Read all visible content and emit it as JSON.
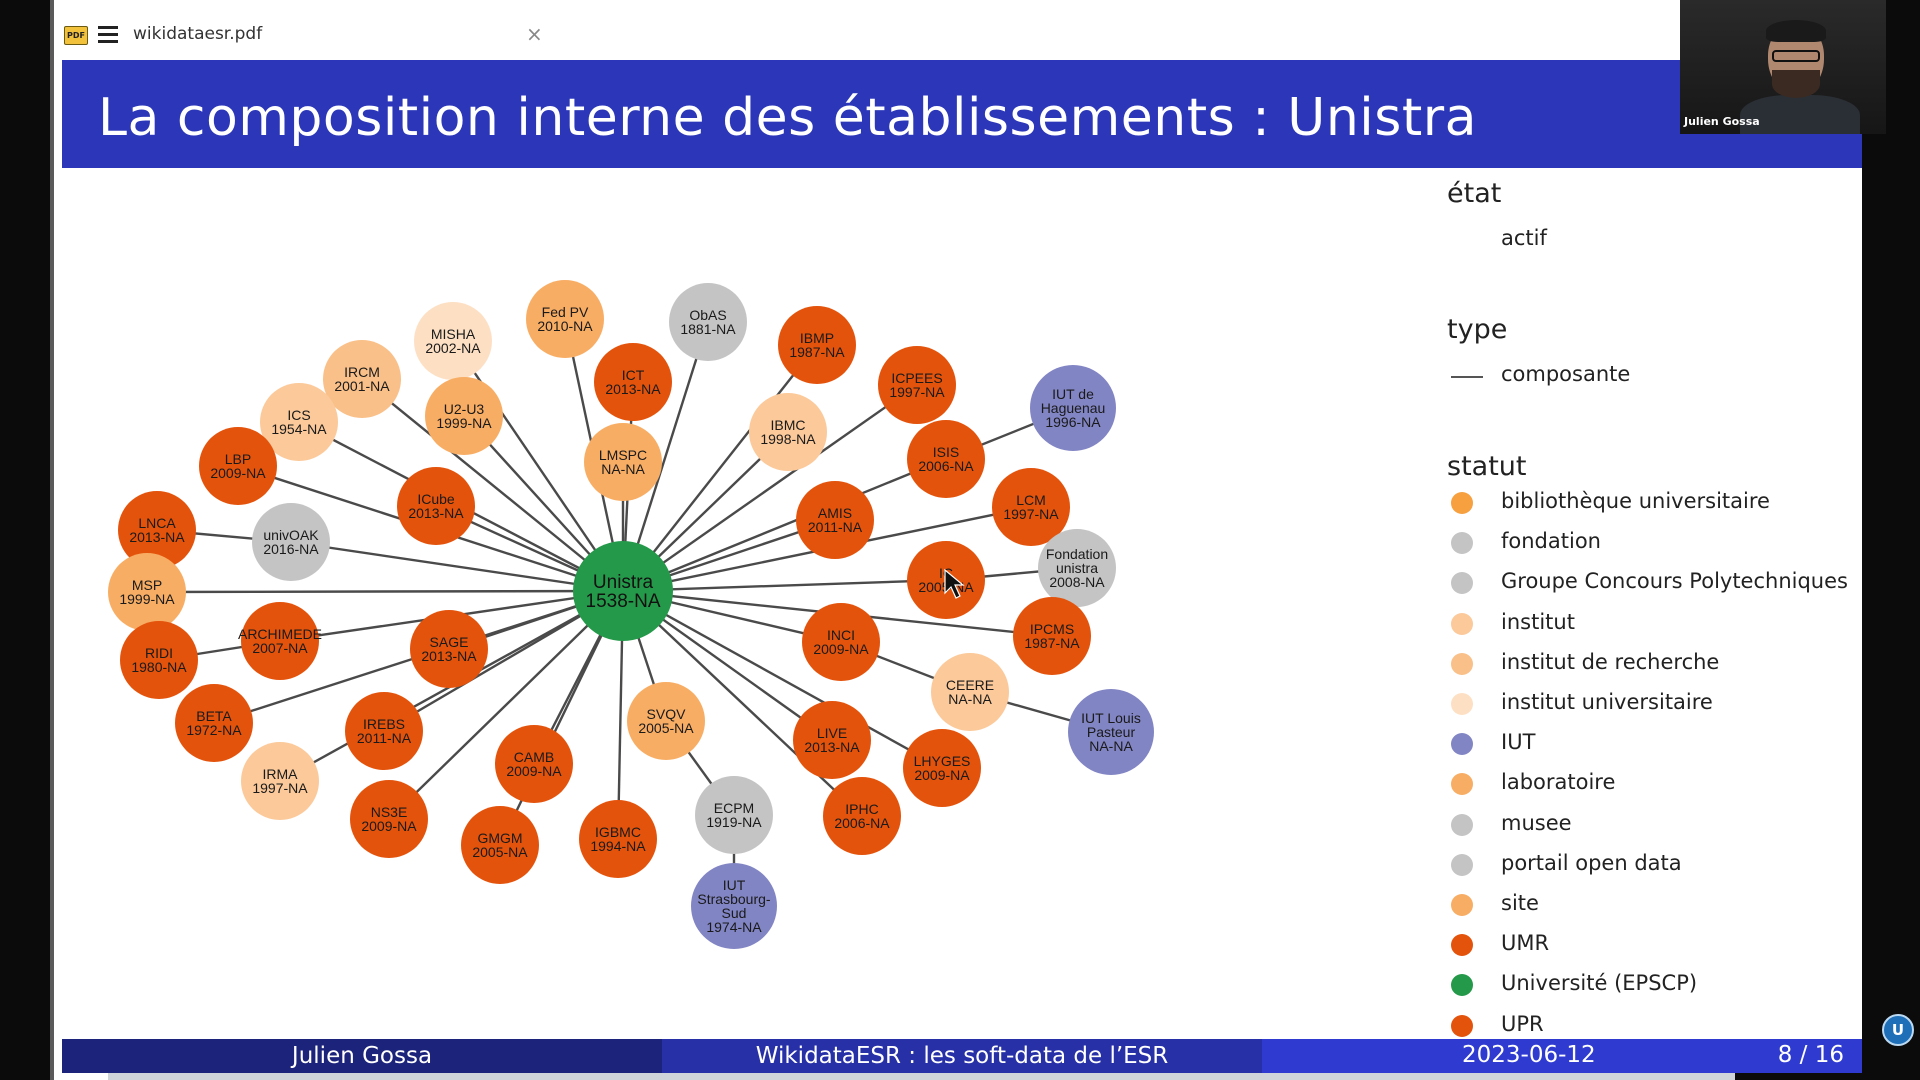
{
  "tab": {
    "filename": "wikidataesr.pdf",
    "close": "×",
    "pdf_badge": "PDF"
  },
  "slide": {
    "title": "La composition interne des établissements : Unistra",
    "footer": {
      "author": "Julien Gossa",
      "talk": "WikidataESR : les soft-data de l’ESR",
      "date": "2023-06-12",
      "page": "8 / 16"
    }
  },
  "webcam": {
    "name": "Julien Gossa"
  },
  "side_button": "U",
  "colors": {
    "UMR": "#e4530c",
    "Université (EPSCP)": "#25994a",
    "IUT": "#8285c4",
    "laboratoire": "#f8ad64",
    "institut": "#fbc99a",
    "institut universitaire": "#fde0c4",
    "institut de recherche": "#f9c089",
    "fondation": "#c4c4c4",
    "musee": "#c4c4c4",
    "bibliothèque universitaire": "#f7a040",
    "site": "#f8ad64",
    "UPR": "#e4530c",
    "Groupe Concours Polytechniques": "#c4c4c4",
    "portail open data": "#c4c4c4"
  },
  "legend": {
    "etat_title": "état",
    "etat_items": [
      "actif"
    ],
    "type_title": "type",
    "type_items": [
      "composante"
    ],
    "statut_title": "statut",
    "statut_items": [
      {
        "label": "bibliothèque universitaire",
        "color": "#f7a040"
      },
      {
        "label": "fondation",
        "color": "#c4c4c4"
      },
      {
        "label": "Groupe Concours Polytechniques",
        "color": "#c4c4c4"
      },
      {
        "label": "institut",
        "color": "#fbc99a"
      },
      {
        "label": "institut de recherche",
        "color": "#f9c089"
      },
      {
        "label": "institut universitaire",
        "color": "#fde0c4"
      },
      {
        "label": "IUT",
        "color": "#8285c4"
      },
      {
        "label": "laboratoire",
        "color": "#f8ad64"
      },
      {
        "label": "musee",
        "color": "#c4c4c4"
      },
      {
        "label": "portail open data",
        "color": "#c4c4c4"
      },
      {
        "label": "site",
        "color": "#f8ad64"
      },
      {
        "label": "UMR",
        "color": "#e4530c"
      },
      {
        "label": "Université (EPSCP)",
        "color": "#25994a"
      },
      {
        "label": "UPR",
        "color": "#e4530c"
      }
    ]
  },
  "graph": {
    "center": {
      "id": "unistra",
      "lines": [
        "Unistra",
        "1538-NA"
      ],
      "status": "Université (EPSCP)"
    },
    "nodes": [
      {
        "id": "fedpv",
        "lines": [
          "Fed PV",
          "2010-NA"
        ],
        "status": "laboratoire"
      },
      {
        "id": "obas",
        "lines": [
          "ObAS",
          "1881-NA"
        ],
        "status": "musee"
      },
      {
        "id": "ibmp",
        "lines": [
          "IBMP",
          "1987-NA"
        ],
        "status": "UMR"
      },
      {
        "id": "misha",
        "lines": [
          "MISHA",
          "2002-NA"
        ],
        "status": "institut universitaire"
      },
      {
        "id": "ict",
        "lines": [
          "ICT",
          "2013-NA"
        ],
        "status": "UMR"
      },
      {
        "id": "icpees",
        "lines": [
          "ICPEES",
          "1997-NA"
        ],
        "status": "UMR"
      },
      {
        "id": "ircm",
        "lines": [
          "IRCM",
          "2001-NA"
        ],
        "status": "institut de recherche"
      },
      {
        "id": "u2u3",
        "lines": [
          "U2-U3",
          "1999-NA"
        ],
        "status": "laboratoire"
      },
      {
        "id": "ibmc",
        "lines": [
          "IBMC",
          "1998-NA"
        ],
        "status": "institut"
      },
      {
        "id": "iuthag",
        "lines": [
          "IUT de",
          "Haguenau",
          "1996-NA"
        ],
        "status": "IUT"
      },
      {
        "id": "ics",
        "lines": [
          "ICS",
          "1954-NA"
        ],
        "status": "institut"
      },
      {
        "id": "isis",
        "lines": [
          "ISIS",
          "2006-NA"
        ],
        "status": "UMR"
      },
      {
        "id": "lmspc",
        "lines": [
          "LMSPC",
          "NA-NA"
        ],
        "status": "laboratoire"
      },
      {
        "id": "lbp",
        "lines": [
          "LBP",
          "2009-NA"
        ],
        "status": "UMR"
      },
      {
        "id": "lcm",
        "lines": [
          "LCM",
          "1997-NA"
        ],
        "status": "UMR"
      },
      {
        "id": "icube",
        "lines": [
          "ICube",
          "2013-NA"
        ],
        "status": "UMR"
      },
      {
        "id": "amis",
        "lines": [
          "AMIS",
          "2011-NA"
        ],
        "status": "UMR"
      },
      {
        "id": "lnca",
        "lines": [
          "LNCA",
          "2013-NA"
        ],
        "status": "UMR"
      },
      {
        "id": "univoak",
        "lines": [
          "univOAK",
          "2016-NA"
        ],
        "status": "portail open data"
      },
      {
        "id": "fondation",
        "lines": [
          "Fondation",
          "unistra",
          "2008-NA"
        ],
        "status": "fondation"
      },
      {
        "id": "ic",
        "lines": [
          "IC",
          "2005-NA"
        ],
        "status": "UMR"
      },
      {
        "id": "msp",
        "lines": [
          "MSP",
          "1999-NA"
        ],
        "status": "laboratoire"
      },
      {
        "id": "archimede",
        "lines": [
          "ARCHIMEDE",
          "2007-NA"
        ],
        "status": "UMR"
      },
      {
        "id": "sage",
        "lines": [
          "SAGE",
          "2013-NA"
        ],
        "status": "UMR"
      },
      {
        "id": "inci",
        "lines": [
          "INCI",
          "2009-NA"
        ],
        "status": "UPR"
      },
      {
        "id": "ipcms",
        "lines": [
          "IPCMS",
          "1987-NA"
        ],
        "status": "UMR"
      },
      {
        "id": "ridi",
        "lines": [
          "RIDI",
          "1980-NA"
        ],
        "status": "UMR"
      },
      {
        "id": "ceere",
        "lines": [
          "CEERE",
          "NA-NA"
        ],
        "status": "institut"
      },
      {
        "id": "beta",
        "lines": [
          "BETA",
          "1972-NA"
        ],
        "status": "UMR"
      },
      {
        "id": "svqv",
        "lines": [
          "SVQV",
          "2005-NA"
        ],
        "status": "laboratoire"
      },
      {
        "id": "irebs",
        "lines": [
          "IREBS",
          "2011-NA"
        ],
        "status": "UMR"
      },
      {
        "id": "iutlp",
        "lines": [
          "IUT Louis",
          "Pasteur",
          "NA-NA"
        ],
        "status": "IUT"
      },
      {
        "id": "live",
        "lines": [
          "LIVE",
          "2013-NA"
        ],
        "status": "UMR"
      },
      {
        "id": "camb",
        "lines": [
          "CAMB",
          "2009-NA"
        ],
        "status": "UMR"
      },
      {
        "id": "lhyges",
        "lines": [
          "LHYGES",
          "2009-NA"
        ],
        "status": "UMR"
      },
      {
        "id": "irma",
        "lines": [
          "IRMA",
          "1997-NA"
        ],
        "status": "institut"
      },
      {
        "id": "ns3e",
        "lines": [
          "NS3E",
          "2009-NA"
        ],
        "status": "UMR"
      },
      {
        "id": "ecpm",
        "lines": [
          "ECPM",
          "1919-NA"
        ],
        "status": "Groupe Concours Polytechniques"
      },
      {
        "id": "iphc",
        "lines": [
          "IPHC",
          "2006-NA"
        ],
        "status": "UMR"
      },
      {
        "id": "igbmc",
        "lines": [
          "IGBMC",
          "1994-NA"
        ],
        "status": "UMR"
      },
      {
        "id": "gmgm",
        "lines": [
          "GMGM",
          "2005-NA"
        ],
        "status": "UMR"
      },
      {
        "id": "iutstr",
        "lines": [
          "IUT",
          "Strasbourg-",
          "Sud",
          "1974-NA"
        ],
        "status": "IUT"
      }
    ],
    "edges": [
      [
        "unistra",
        "fedpv"
      ],
      [
        "unistra",
        "obas"
      ],
      [
        "unistra",
        "ibmp"
      ],
      [
        "unistra",
        "misha"
      ],
      [
        "unistra",
        "ict"
      ],
      [
        "unistra",
        "icpees"
      ],
      [
        "unistra",
        "ircm"
      ],
      [
        "unistra",
        "u2u3"
      ],
      [
        "unistra",
        "ibmc"
      ],
      [
        "isis",
        "iuthag"
      ],
      [
        "unistra",
        "ics"
      ],
      [
        "unistra",
        "isis"
      ],
      [
        "unistra",
        "lmspc"
      ],
      [
        "unistra",
        "lbp"
      ],
      [
        "unistra",
        "lcm"
      ],
      [
        "unistra",
        "icube"
      ],
      [
        "unistra",
        "amis"
      ],
      [
        "univoak",
        "lnca"
      ],
      [
        "unistra",
        "univoak"
      ],
      [
        "ic",
        "fondation"
      ],
      [
        "unistra",
        "ic"
      ],
      [
        "unistra",
        "msp"
      ],
      [
        "unistra",
        "archimede"
      ],
      [
        "unistra",
        "sage"
      ],
      [
        "unistra",
        "inci"
      ],
      [
        "unistra",
        "ipcms"
      ],
      [
        "archimede",
        "ridi"
      ],
      [
        "inci",
        "ceere"
      ],
      [
        "unistra",
        "beta"
      ],
      [
        "unistra",
        "svqv"
      ],
      [
        "unistra",
        "irebs"
      ],
      [
        "ceere",
        "iutlp"
      ],
      [
        "unistra",
        "live"
      ],
      [
        "unistra",
        "camb"
      ],
      [
        "unistra",
        "lhyges"
      ],
      [
        "unistra",
        "irma"
      ],
      [
        "unistra",
        "ns3e"
      ],
      [
        "svqv",
        "ecpm"
      ],
      [
        "unistra",
        "iphc"
      ],
      [
        "unistra",
        "igbmc"
      ],
      [
        "unistra",
        "gmgm"
      ],
      [
        "ecpm",
        "iutstr"
      ]
    ]
  }
}
